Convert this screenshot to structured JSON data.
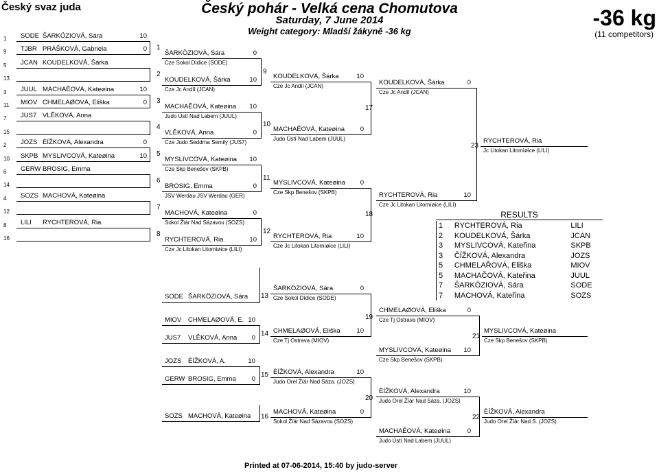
{
  "header": {
    "org": "Český svaz juda",
    "title": "Český pohár - Velká cena Chomutova",
    "date": "Saturday, 7 June 2014",
    "weight": "Weight category: Mladší žákyně -36 kg",
    "category": "-36 kg",
    "competitors": "(11 competitors)"
  },
  "draw": [
    {
      "seed": "1",
      "club": "SODE",
      "name": "ŠARKÖZIOVÁ, Sára",
      "score": "10"
    },
    {
      "seed": "9",
      "club": "TJBR",
      "name": "PRÁŠKOVÁ, Gabriela",
      "score": "0"
    },
    {
      "seed": "5",
      "club": "JCAN",
      "name": "KOUDELKOVÁ, Šárka",
      "score": ""
    },
    {
      "seed": "13",
      "club": "",
      "name": "",
      "score": ""
    },
    {
      "seed": "3",
      "club": "JUUL",
      "name": "MACHAĚOVÁ, Kateøina",
      "score": "10"
    },
    {
      "seed": "11",
      "club": "MIOV",
      "name": "CHMELAØOVÁ, Eliška",
      "score": "0"
    },
    {
      "seed": "7",
      "club": "JUS7",
      "name": "VLĚKOVÁ, Anna",
      "score": ""
    },
    {
      "seed": "15",
      "club": "",
      "name": "",
      "score": ""
    },
    {
      "seed": "2",
      "club": "JOZS",
      "name": "ÈÍŽKOVÁ, Alexandra",
      "score": "0"
    },
    {
      "seed": "10",
      "club": "SKPB",
      "name": "MYSLIVCOVÁ, Kateøina",
      "score": "10"
    },
    {
      "seed": "6",
      "club": "GERW",
      "name": "BROSIG, Emma",
      "score": ""
    },
    {
      "seed": "14",
      "club": "",
      "name": "",
      "score": ""
    },
    {
      "seed": "4",
      "club": "SOZS",
      "name": "MACHOVÁ, Kateøina",
      "score": ""
    },
    {
      "seed": "12",
      "club": "",
      "name": "",
      "score": ""
    },
    {
      "seed": "8",
      "club": "LILI",
      "name": "RYCHTEROVÁ, Ria",
      "score": ""
    },
    {
      "seed": "16",
      "club": "",
      "name": "",
      "score": ""
    }
  ],
  "r1": [
    {
      "num": "1",
      "name": "ŠARKÖZIOVÁ, Sára",
      "score": "0",
      "club": "Cze Sokol Dìdice (SODE)"
    },
    {
      "num": "2",
      "name": "KOUDELKOVÁ, Šárka",
      "score": "10",
      "club": "Cze Jc Andìl (JCAN)"
    },
    {
      "num": "3",
      "name": "MACHAĚOVÁ, Kateøina",
      "score": "10",
      "club": "Judo Ústí Nad Labem (JUUL)"
    },
    {
      "num": "4",
      "name": "VLĚKOVÁ, Anna",
      "score": "0",
      "club": "Cze Judo Seddma Semily (JUS7)"
    },
    {
      "num": "5",
      "name": "MYSLIVCOVÁ, Kateøina",
      "score": "10",
      "club": "Cze Skp Benešov (SKPB)"
    },
    {
      "num": "6",
      "name": "BROSIG, Emma",
      "score": "0",
      "club": "JSV Werdau JSV Werdau (GER)"
    },
    {
      "num": "7",
      "name": "MACHOVÁ, Kateøina",
      "score": "0",
      "club": "Sokol Žïár Nad Sázavou (SOZS)"
    },
    {
      "num": "8",
      "name": "RYCHTEROVÁ, Ria",
      "score": "10",
      "club": "Cze Jc Litokan Litomìøice (LILI)"
    }
  ],
  "r2": [
    {
      "num": "9",
      "name": "KOUDELKOVÁ, Šárka",
      "score": "10",
      "club": "Cze Jc Andìl (JCAN)"
    },
    {
      "num": "10",
      "name": "MACHAĚOVÁ, Kateøina",
      "score": "0",
      "club": "Judo Ústí Nad Labem (JUUL)"
    },
    {
      "num": "11",
      "name": "MYSLIVCOVÁ, Kateøina",
      "score": "0",
      "club": "Cze Skp Benešov (SKPB)"
    },
    {
      "num": "12",
      "name": "RYCHTEROVÁ, Ria",
      "score": "10",
      "club": "Cze Jc Litokan Litomìøice (LILI)"
    }
  ],
  "r3": [
    {
      "num": "17",
      "name": "KOUDELKOVÁ, Šárka",
      "score": "0",
      "club": "Cze Jc Andìl (JCAN)"
    },
    {
      "num": "18",
      "name": "RYCHTEROVÁ, Ria",
      "score": "10",
      "club": "Cze Jc Litokan Litomìøice (LILI)"
    }
  ],
  "final": {
    "num": "23",
    "name": "RYCHTEROVÁ, Ria",
    "club": "Jc Litokan Litomìøice (LILI)"
  },
  "rep_entries": [
    {
      "club": "SODE",
      "name": "ŠARKÖZIOVÁ, Sára",
      "score": ""
    },
    {
      "club": "MIOV",
      "name": "CHMELAØOVÁ, E.",
      "score": "10"
    },
    {
      "club": "JUS7",
      "name": "VLĚKOVÁ, Anna",
      "score": "0"
    },
    {
      "club": "JOZS",
      "name": "ÈÍŽKOVÁ, A.",
      "score": "10"
    },
    {
      "club": "GERW",
      "name": "BROSIG, Emma",
      "score": "0"
    },
    {
      "club": "SOZS",
      "name": "MACHOVÁ, Kateøina",
      "score": ""
    }
  ],
  "rep_r1": [
    {
      "num": "13",
      "name": "ŠARKÖZIOVÁ, Sára",
      "score": "0",
      "club": "Cze Sokol Dìdice (SODE)"
    },
    {
      "num": "14",
      "name": "CHMELAØOVÁ, Eliška",
      "score": "10",
      "club": "Cze Tj Ostrava (MIOV)"
    },
    {
      "num": "15",
      "name": "ÈÍŽKOVÁ, Alexandra",
      "score": "10",
      "club": "Judo Orel Žïár Nad Sáza. (JOZS)"
    },
    {
      "num": "16",
      "name": "MACHOVÁ, Kateøina",
      "score": "0",
      "club": "Sokol Žïár Nad Sázavou (SOZS)"
    }
  ],
  "rep_r2": [
    {
      "num": "19",
      "name": "CHMELAØOVÁ, Eliška",
      "score": "0",
      "club": "Cze Tj Ostrava (MIOV)"
    },
    {
      "num": "",
      "name": "MYSLIVCOVÁ, Kateøina",
      "score": "10",
      "club": "Cze Skp Benešov (SKPB)"
    },
    {
      "num": "20",
      "name": "ÈÍŽKOVÁ, Alexandra",
      "score": "10",
      "club": "Judo Orel Žïár Nad Sáza. (JOZS)"
    },
    {
      "num": "",
      "name": "MACHAĚOVÁ, Kateøina",
      "score": "0",
      "club": "Judo Ústí Nad Labem (JUUL)"
    }
  ],
  "rep_final": [
    {
      "num": "21",
      "name": "MYSLIVCOVÁ, Kateøina",
      "club": "Cze Skp Benešov (SKPB)"
    },
    {
      "num": "22",
      "name": "ÈÍŽKOVÁ, Alexandra",
      "club": "Judo Orel Žïár Nad S. (JOZS)"
    }
  ],
  "results": {
    "title": "RESULTS",
    "rows": [
      {
        "place": "1",
        "name": "RYCHTEROVÁ, Ria",
        "club": "LILI"
      },
      {
        "place": "2",
        "name": "KOUDELKOVÁ, Šárka",
        "club": "JCAN"
      },
      {
        "place": "3",
        "name": "MYSLIVCOVÁ, Kateřina",
        "club": "SKPB"
      },
      {
        "place": "3",
        "name": "ČÍŽKOVÁ, Alexandra",
        "club": "JOZS"
      },
      {
        "place": "5",
        "name": "CHMELAŘOVÁ, Eliška",
        "club": "MIOV"
      },
      {
        "place": "5",
        "name": "MACHAČOVÁ, Kateřina",
        "club": "JUUL"
      },
      {
        "place": "7",
        "name": "ŠARKÖZIOVÁ, Sára",
        "club": "SODE"
      },
      {
        "place": "7",
        "name": "MACHOVÁ, Kateřina",
        "club": "SOZS"
      }
    ]
  },
  "footer": "Printed at 07-06-2014, 15:40 by judo-server"
}
